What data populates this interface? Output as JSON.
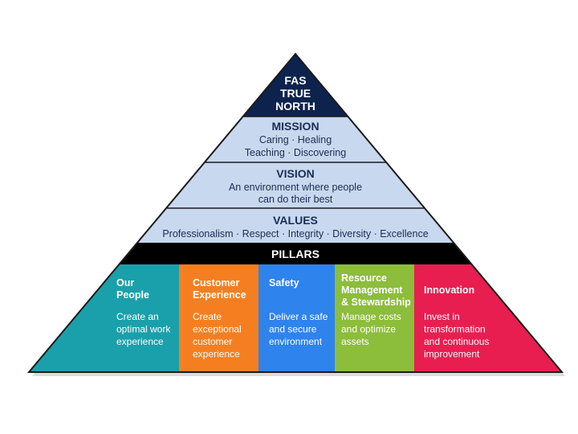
{
  "peak": {
    "lines": [
      "FAS",
      "TRUE",
      "NORTH"
    ]
  },
  "mission": {
    "heading": "MISSION",
    "lines": [
      "Caring · Healing",
      "Teaching · Discovering"
    ]
  },
  "vision": {
    "heading": "VISION",
    "lines": [
      "An environment where people",
      "can do their best"
    ]
  },
  "values": {
    "heading": "VALUES",
    "lines": [
      "Professionalism · Respect · Integrity · Diversity · Excellence"
    ]
  },
  "pillars": {
    "heading": "PILLARS",
    "columns": [
      {
        "title": [
          "Our",
          "People"
        ],
        "desc": [
          "Create an",
          "optimal work",
          "experience"
        ],
        "color": "#1aa0aa"
      },
      {
        "title": [
          "Customer",
          "Experience"
        ],
        "desc": [
          "Create",
          "exceptional",
          "customer",
          "experience"
        ],
        "color": "#f57f20"
      },
      {
        "title": [
          "Safety"
        ],
        "desc": [
          "Deliver a safe",
          "and secure",
          "environment"
        ],
        "color": "#2e83ec"
      },
      {
        "title": [
          "Resource",
          "Management",
          "& Stewardship"
        ],
        "desc": [
          "Manage costs",
          "and optimize",
          "assets"
        ],
        "color": "#8cbd3b"
      },
      {
        "title": [
          "Innovation"
        ],
        "desc": [
          "Invest in",
          "transformation",
          "and continuous",
          "improvement"
        ],
        "color": "#e81e50"
      }
    ]
  },
  "colors": {
    "peak": "#0d234d",
    "band": "#c8d8ee",
    "pillars_bar": "#000000",
    "outline": "#1a1a1a"
  }
}
